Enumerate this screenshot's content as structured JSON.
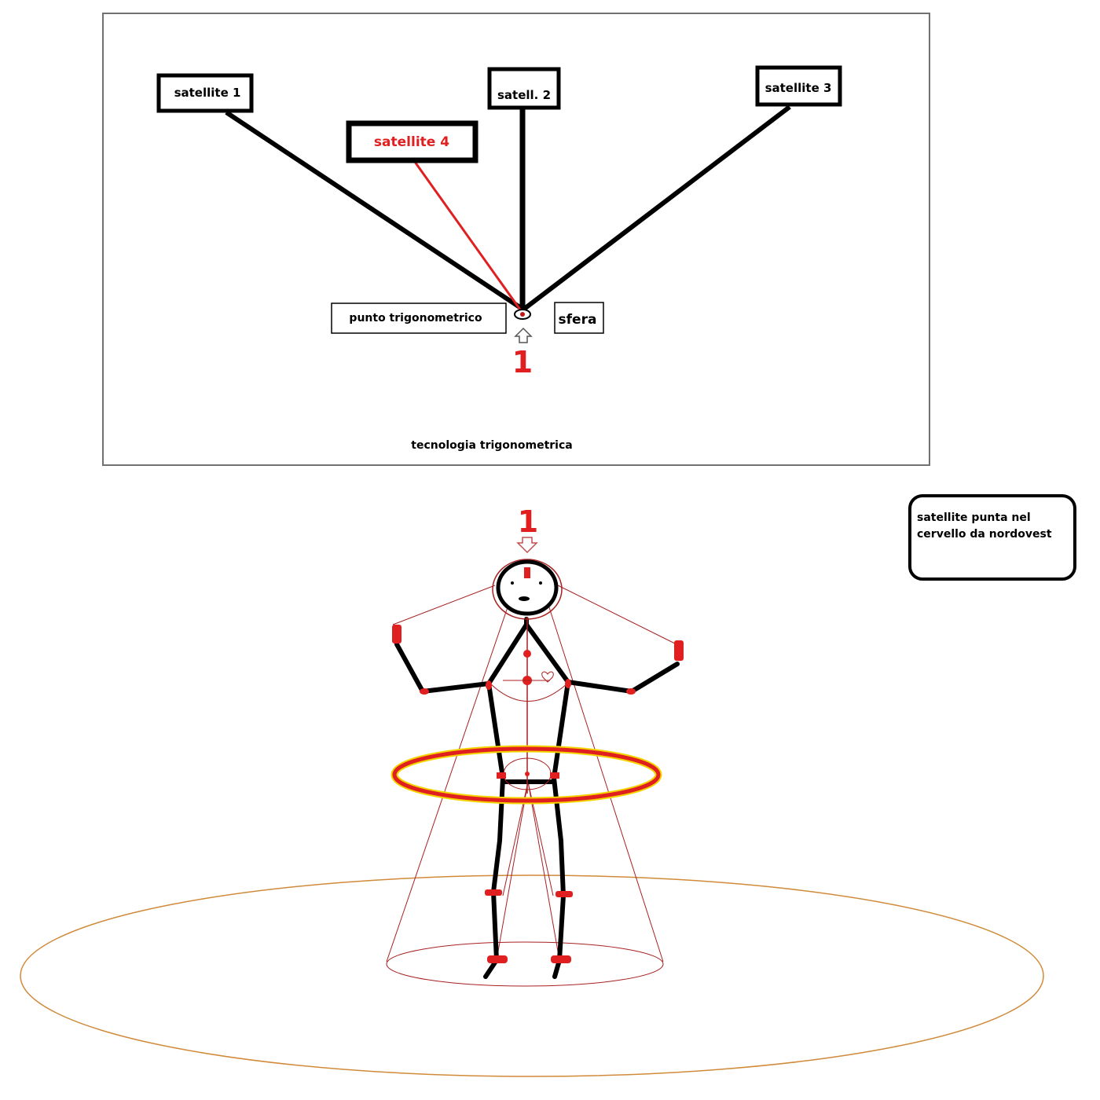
{
  "top_panel": {
    "satellite_1": "satellite 1",
    "satellite_2": "satell. 2",
    "satellite_3": "satellite 3",
    "satellite_4": "satellite 4",
    "point_label": "punto trigonometrico",
    "sphere_label": "sfera",
    "marker_number": "1",
    "caption": "tecnologia trigonometrica"
  },
  "bottom": {
    "marker_number": "1",
    "note": "satellite punta nel cervello da nordovest"
  },
  "colors": {
    "line": "#000000",
    "accent_red": "#e02020",
    "ring_glow": "#f4d400",
    "ground_ellipse": "#d08a3a",
    "cone_lines": "#a82020"
  }
}
